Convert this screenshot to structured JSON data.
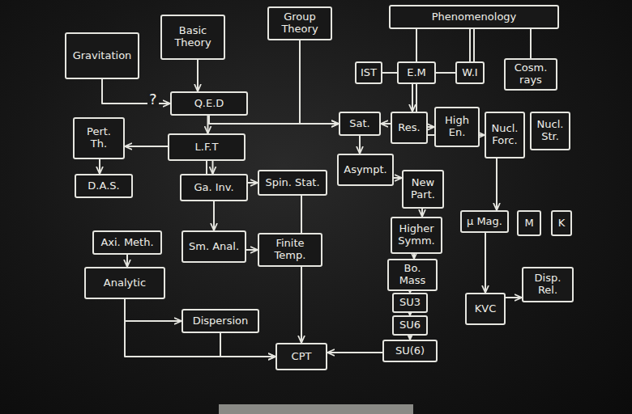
{
  "diagram": {
    "nodes": [
      {
        "text": [
          "Gravitation"
        ]
      },
      {
        "text": [
          "Basic Theory"
        ]
      },
      {
        "text": [
          "Group Theory"
        ]
      },
      {
        "text": [
          "Phenomenology"
        ]
      },
      {
        "text": [
          "IST"
        ]
      },
      {
        "text": [
          "E.M"
        ]
      },
      {
        "text": [
          "W.I"
        ]
      },
      {
        "text": [
          "Cosm. rays"
        ]
      },
      {
        "text": [
          "Q.E.D"
        ]
      },
      {
        "text": [
          "Pert. Th."
        ]
      },
      {
        "text": [
          "L.F.T"
        ]
      },
      {
        "text": [
          "Sat."
        ]
      },
      {
        "text": [
          "Res."
        ]
      },
      {
        "text": [
          "High En."
        ]
      },
      {
        "text": [
          "Nucl. Forc."
        ]
      },
      {
        "text": [
          "Nucl. Str."
        ]
      },
      {
        "text": [
          "D.A.S."
        ]
      },
      {
        "text": [
          "Ga. Inv."
        ]
      },
      {
        "text": [
          "Spin. Stat."
        ]
      },
      {
        "text": [
          "Asympt."
        ]
      },
      {
        "text": [
          "New Part."
        ]
      },
      {
        "text": [
          "Axi. Meth."
        ]
      },
      {
        "text": [
          "Sm. Anal."
        ]
      },
      {
        "text": [
          "Finite Temp."
        ]
      },
      {
        "text": [
          "Higher Symm."
        ]
      },
      {
        "text": [
          "μ Mag."
        ]
      },
      {
        "text": [
          "M"
        ]
      },
      {
        "text": [
          "K"
        ]
      },
      {
        "text": [
          "Analytic"
        ]
      },
      {
        "text": [
          "Bo. Mass"
        ]
      },
      {
        "text": [
          "Disp. Rel."
        ]
      },
      {
        "text": [
          "SU3"
        ]
      },
      {
        "text": [
          "KVC"
        ]
      },
      {
        "text": [
          "Dispersion"
        ]
      },
      {
        "text": [
          "SU6"
        ]
      },
      {
        "text": [
          "SU(6)"
        ]
      },
      {
        "text": [
          "CPT"
        ]
      }
    ],
    "edges": [
      {
        "from": 0,
        "to": 8,
        "arrow": "to"
      },
      {
        "from": 1,
        "to": 8,
        "arrow": "to"
      },
      {
        "from": 2,
        "to": 11,
        "arrow": "to"
      },
      {
        "from": 3,
        "to": 4,
        "arrow": "none"
      },
      {
        "from": 3,
        "to": 5,
        "arrow": "none"
      },
      {
        "from": 3,
        "to": 6,
        "arrow": "none"
      },
      {
        "from": 3,
        "to": 7,
        "arrow": "none"
      },
      {
        "from": 8,
        "to": 10,
        "arrow": "to"
      },
      {
        "from": 8,
        "to": 11,
        "arrow": "to"
      },
      {
        "from": 10,
        "to": 9,
        "arrow": "to"
      },
      {
        "from": 9,
        "to": 16,
        "arrow": "to"
      },
      {
        "from": 10,
        "to": 17,
        "arrow": "to"
      },
      {
        "from": 10,
        "to": 18,
        "arrow": "to"
      },
      {
        "from": 17,
        "to": 22,
        "arrow": "to"
      },
      {
        "from": 17,
        "to": 23,
        "arrow": "to"
      },
      {
        "from": 21,
        "to": 28,
        "arrow": "to"
      },
      {
        "from": 28,
        "to": 33,
        "arrow": "to"
      },
      {
        "from": 33,
        "to": 36,
        "arrow": "to"
      },
      {
        "from": 28,
        "to": 36,
        "arrow": "to"
      },
      {
        "from": 18,
        "to": 36,
        "arrow": "to"
      },
      {
        "from": 5,
        "to": 11,
        "arrow": "to"
      },
      {
        "from": 5,
        "to": 12,
        "arrow": "to"
      },
      {
        "from": 5,
        "to": 13,
        "arrow": "to"
      },
      {
        "from": 5,
        "to": 14,
        "arrow": "to"
      },
      {
        "from": 11,
        "to": 19,
        "arrow": "to"
      },
      {
        "from": 19,
        "to": 20,
        "arrow": "to"
      },
      {
        "from": 20,
        "to": 24,
        "arrow": "to"
      },
      {
        "from": 24,
        "to": 29,
        "arrow": "to"
      },
      {
        "from": 29,
        "to": 31,
        "arrow": "to"
      },
      {
        "from": 31,
        "to": 34,
        "arrow": "to"
      },
      {
        "from": 34,
        "to": 35,
        "arrow": "to"
      },
      {
        "from": 14,
        "to": 25,
        "arrow": "to"
      },
      {
        "from": 25,
        "to": 32,
        "arrow": "to"
      },
      {
        "from": 32,
        "to": 30,
        "arrow": "to"
      },
      {
        "from": 35,
        "to": 36,
        "arrow": "to"
      }
    ],
    "labels": [
      "?"
    ]
  }
}
